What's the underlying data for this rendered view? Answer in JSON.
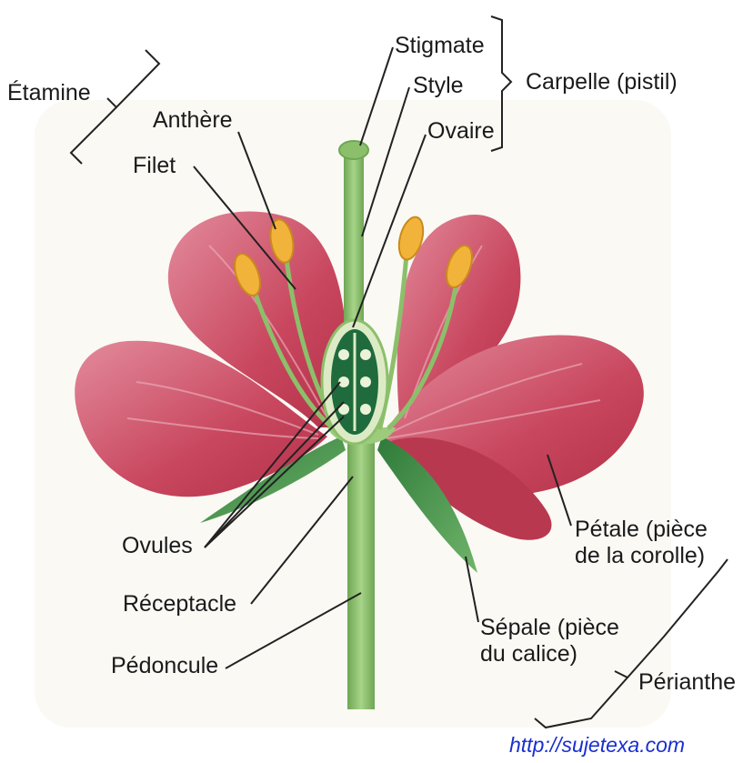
{
  "labels": {
    "etamine": "Étamine",
    "anthere": "Anthère",
    "filet": "Filet",
    "stigmate": "Stigmate",
    "style": "Style",
    "ovaire": "Ovaire",
    "carpelle": "Carpelle (pistil)",
    "ovules": "Ovules",
    "receptacle": "Réceptacle",
    "pedoncule": "Pédoncule",
    "petale_line1": "Pétale (pièce",
    "petale_line2": "de la corolle)",
    "sepale_line1": "Sépale (pièce",
    "sepale_line2": "du calice)",
    "perianthe": "Périanthe"
  },
  "watermark": "http://sujetexa.com",
  "colors": {
    "petal": "#c8465e",
    "petal_light": "#e0899a",
    "stem": "#8cbf6a",
    "sepal": "#3f8f4a",
    "ovary": "#1f6b3d",
    "anther": "#f2b33a",
    "link": "#1a2fd0"
  }
}
